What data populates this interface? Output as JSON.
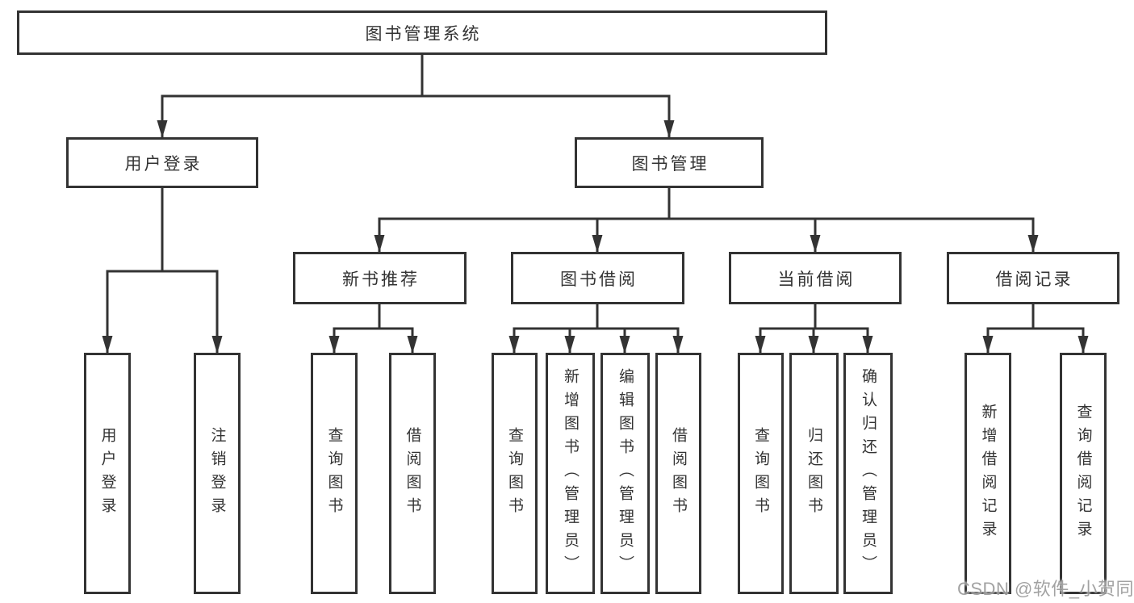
{
  "colors": {
    "line": "#333333",
    "node_border": "#333333",
    "node_fill": "#ffffff",
    "text": "#333333",
    "watermark_text": "#9b9b9b",
    "background": "#ffffff"
  },
  "hierarchy": {
    "label": "图书管理系统",
    "children": [
      {
        "label": "用户登录",
        "children": [
          {
            "label": "用户登录"
          },
          {
            "label": "注销登录"
          }
        ]
      },
      {
        "label": "图书管理",
        "children": [
          {
            "label": "新书推荐",
            "children": [
              {
                "label": "查询图书"
              },
              {
                "label": "借阅图书"
              }
            ]
          },
          {
            "label": "图书借阅",
            "children": [
              {
                "label": "查询图书"
              },
              {
                "label": "新增图书（管理员）"
              },
              {
                "label": "编辑图书（管理员）"
              },
              {
                "label": "借阅图书"
              }
            ]
          },
          {
            "label": "当前借阅",
            "children": [
              {
                "label": "查询图书"
              },
              {
                "label": "归还图书"
              },
              {
                "label": "确认归还（管理员）"
              }
            ]
          },
          {
            "label": "借阅记录",
            "children": [
              {
                "label": "新增借阅记录"
              },
              {
                "label": "查询借阅记录"
              }
            ]
          }
        ]
      }
    ]
  },
  "watermark": {
    "text": "CSDN @软件_小贺同学"
  }
}
